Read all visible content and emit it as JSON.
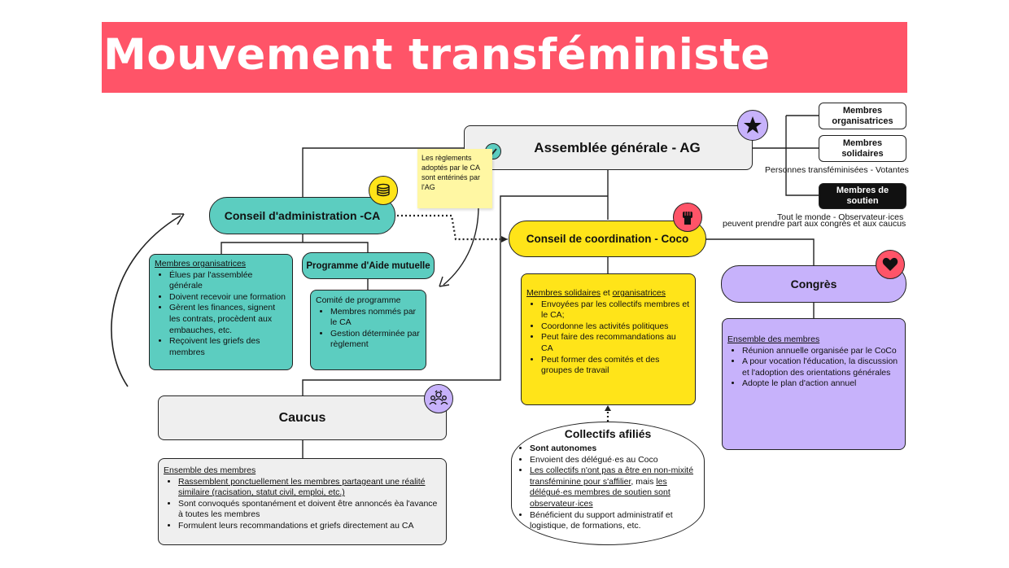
{
  "title": "Mouvement transféministe",
  "ag": {
    "label": "Assemblée générale - AG"
  },
  "sticky_note": "Les règlements adoptés par le CA sont entérinés par l'AG",
  "members": {
    "organisatrices": "Membres organisatrices",
    "solidaires": "Membres solidaires",
    "votantes_caption": "Personnes transféminisées - Votantes",
    "soutien": "Membres de soutien",
    "observateur_caption_1": "Tout le monde - Observateur·ices",
    "observateur_caption_2": "peuvent prendre part aux congrès et aux caucus"
  },
  "ca": {
    "label": "Conseil d'administration -CA",
    "heading": "Membres organisatrices",
    "items": [
      "Élues par l'assemblée générale",
      "Doivent recevoir une formation",
      "Gèrent les finances, signent les contrats, procèdent aux embauches, etc.",
      "Reçoivent les griefs des membres"
    ]
  },
  "pam": {
    "label": "Programme d'Aide mutuelle",
    "intro": "Comité de programme",
    "items": [
      "Membres nommés par le CA",
      "Gestion déterminée par règlement"
    ]
  },
  "coco": {
    "label": "Conseil de coordination - Coco",
    "heading_a": "Membres solidaires",
    "heading_and": " et ",
    "heading_b": "organisatrices",
    "items": [
      "Envoyées par les collectifs membres et le CA;",
      "Coordonne les activités politiques",
      "Peut faire des recommandations au CA",
      "Peut former des comités et des groupes de travail"
    ]
  },
  "congres": {
    "label": "Congrès",
    "heading": "Ensemble des membres",
    "items": [
      "Réunion annuelle organisée par le CoCo",
      "A pour vocation l'éducation, la discussion et l'adoption des orientations générales",
      "Adopte le plan d'action annuel"
    ]
  },
  "caucus": {
    "label": "Caucus",
    "heading": "Ensemble des membres",
    "items": [
      "Rassemblent ponctuellement les membres partageant une réalité similaire (racisation, statut civil, emploi, etc.)",
      "Sont convoqués spontanément et doivent être annoncés èa l'avance à toutes les membres",
      "Formulent leurs recommandations et griefs directement au CA"
    ]
  },
  "collectifs": {
    "label": "Collectifs afiliés",
    "item1": "Sont autonomes",
    "item2": "Envoient des délégué·es au Coco",
    "item3_u1": "Les collectifs n'ont pas a être en non-mixité transféminine pour s'affilier",
    "item3_mid": ", mais ",
    "item3_u2": "les délégué·es membres de soutien sont observateur·ices",
    "item4": "Bénéficient du support administratif et logistique, de formations, etc."
  },
  "colors": {
    "title_bg": "#ff5468",
    "teal": "#5ccdc0",
    "yellow": "#ffe419",
    "lavender": "#c7b2fb",
    "grey": "#efefef",
    "sticky": "#fff7a3"
  }
}
